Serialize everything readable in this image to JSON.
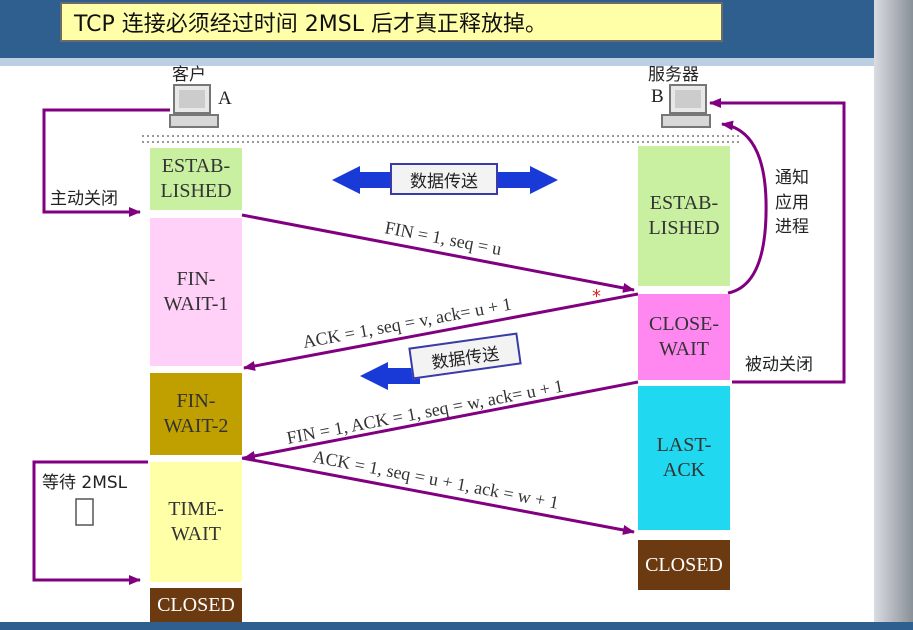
{
  "title": "TCP 连接必须经过时间 2MSL 后才真正释放掉。",
  "hosts": {
    "client_name": "客户",
    "client_letter": "A",
    "server_name": "服务器",
    "server_letter": "B"
  },
  "client_states": [
    "ESTAB-\nLISHED",
    "FIN-\nWAIT-1",
    "FIN-\nWAIT-2",
    "TIME-\nWAIT",
    "CLOSED"
  ],
  "server_states": [
    "ESTAB-\nLISHED",
    "CLOSE-\nWAIT",
    "LAST-\nACK",
    "CLOSED"
  ],
  "labels": {
    "active_close": "主动关闭",
    "passive_close": "被动关闭",
    "notify_app": "通知\n应用\n进程",
    "wait_2msl": "等待 2MSL",
    "data_transfer_1": "数据传送",
    "data_transfer_2": "数据传送"
  },
  "messages": {
    "fin1": "FIN = 1, seq = u",
    "ack1": "ACK = 1, seq = v, ack= u + 1",
    "fin2": "FIN = 1, ACK = 1, seq = w, ack= u + 1",
    "ack2": "ACK = 1, seq = u + 1, ack = w + 1"
  },
  "colors": {
    "arrow": "#800080",
    "established": "#c8f0a0",
    "fin_wait_1": "#ffd0f8",
    "fin_wait_2": "#c0a000",
    "time_wait": "#ffffa8",
    "closed": "#6b3a10",
    "close_wait": "#ff88f0",
    "last_ack": "#20d8f0",
    "blue_arrow": "#1a3ad8"
  }
}
